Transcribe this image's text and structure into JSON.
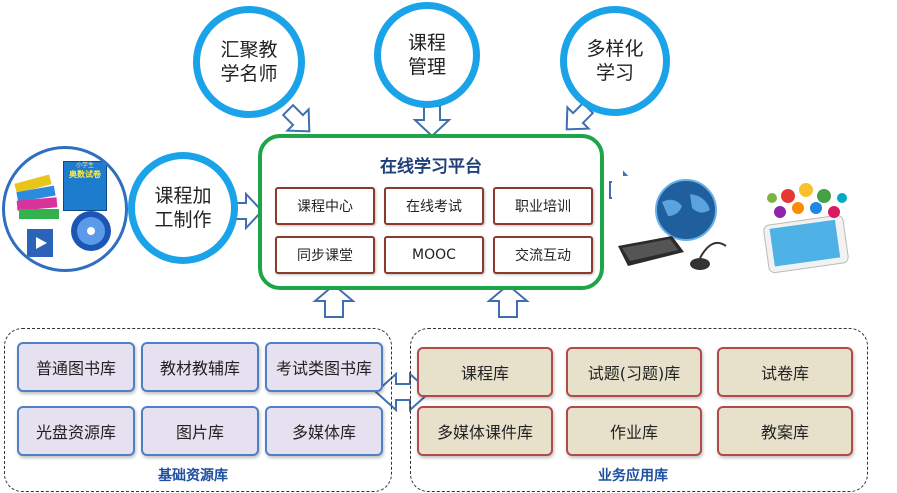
{
  "circles": {
    "teachers": "汇聚教\n学名师",
    "course_mgmt": "课程\n管理",
    "diverse": "多样化\n学习",
    "course_make": "课程加\n工制作"
  },
  "platform": {
    "title": "在线学习平台",
    "items": [
      "课程中心",
      "在线考试",
      "职业培训",
      "同步课堂",
      "MOOC",
      "交流互动"
    ]
  },
  "base_library": {
    "label": "基础资源库",
    "items": [
      "普通图书库",
      "教材教辅库",
      "考试类图书库",
      "光盘资源库",
      "图片库",
      "多媒体库"
    ]
  },
  "business_library": {
    "label": "业务应用库",
    "items": [
      "课程库",
      "试题(习题)库",
      "试卷库",
      "多媒体课件库",
      "作业库",
      "教案库"
    ]
  },
  "media_book": {
    "title_small": "小学生",
    "title_main": "奥数试卷"
  },
  "colors": {
    "circle_border": "#1aa3e8",
    "platform_border": "#1ea54a",
    "platform_title": "#1f3f7a",
    "platform_item_border": "#8b3a2e",
    "lib_border": "#4f7fc4",
    "lib_fill": "#e6e1f0",
    "app_border": "#b24a4a",
    "app_fill": "#e7e1cc",
    "arrow_stroke": "#3f6fb0",
    "group_label": "#1f4fa0"
  }
}
